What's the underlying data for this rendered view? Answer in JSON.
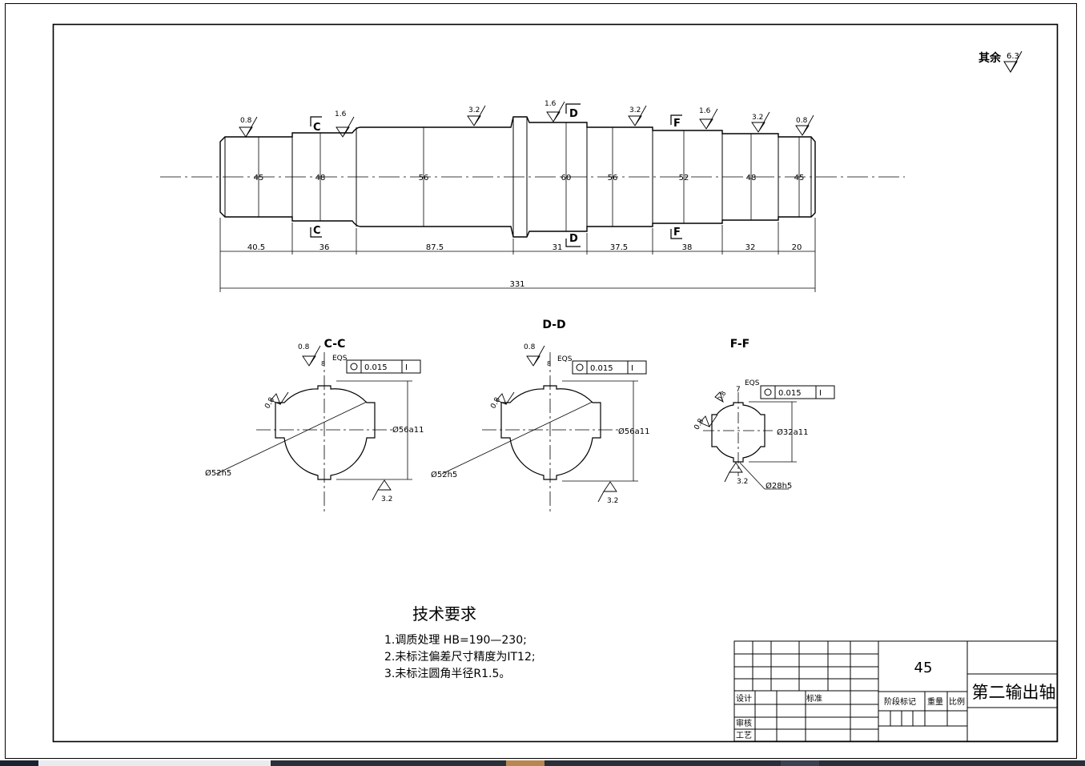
{
  "surface_finish_other": {
    "label": "其余",
    "value": "6.3"
  },
  "shaft": {
    "diameters": [
      "45",
      "48",
      "56",
      "60",
      "56",
      "52",
      "48",
      "45"
    ],
    "segment_lengths": [
      "40.5",
      "36",
      "87.5",
      "31",
      "37.5",
      "38",
      "32",
      "20"
    ],
    "total_length": "331",
    "roughness": [
      "0.8",
      "1.6",
      "3.2",
      "1.6",
      "3.2",
      "1.6",
      "3.2",
      "0.8"
    ],
    "section_marks": [
      "C",
      "C",
      "D",
      "D",
      "F",
      "F"
    ]
  },
  "sections": [
    {
      "title": "C-C",
      "roughness_top": "0.8",
      "roughness_side": "0.8",
      "roughness_bottom": "3.2",
      "eqs": "EQS",
      "key_width": "8",
      "tolerance": "0.015",
      "datum": "I",
      "outer_dia": "Ø56a11",
      "inner_dia": "Ø52h5"
    },
    {
      "title": "D-D",
      "roughness_top": "0.8",
      "roughness_side": "0.8",
      "roughness_bottom": "3.2",
      "eqs": "EQS",
      "key_width": "8",
      "tolerance": "0.015",
      "datum": "I",
      "outer_dia": "Ø56a11",
      "inner_dia": "Ø52h5"
    },
    {
      "title": "F-F",
      "roughness_top": "0.8",
      "roughness_side": "0.8",
      "roughness_bottom": "3.2",
      "eqs": "EQS",
      "key_width": "7",
      "tolerance": "0.015",
      "datum": "I",
      "outer_dia": "Ø32a11",
      "inner_dia": "Ø28h5"
    }
  ],
  "tech_req": {
    "title": "技术要求",
    "items": [
      "1.调质处理 HB=190—230;",
      "2.未标注偏差尺寸精度为IT12;",
      "3.未标注圆角半径R1.5。"
    ]
  },
  "title_block": {
    "material": "45",
    "part_name": "第二输出轴",
    "design_label": "设计",
    "standard_label": "标准",
    "review_label": "审核",
    "process_label": "工艺",
    "stage_label": "阶段标记",
    "weight_label": "重量",
    "scale_label": "比例"
  },
  "colors": {
    "line": "#000000",
    "background": "#ffffff",
    "taskbar": "#2a2f38"
  }
}
